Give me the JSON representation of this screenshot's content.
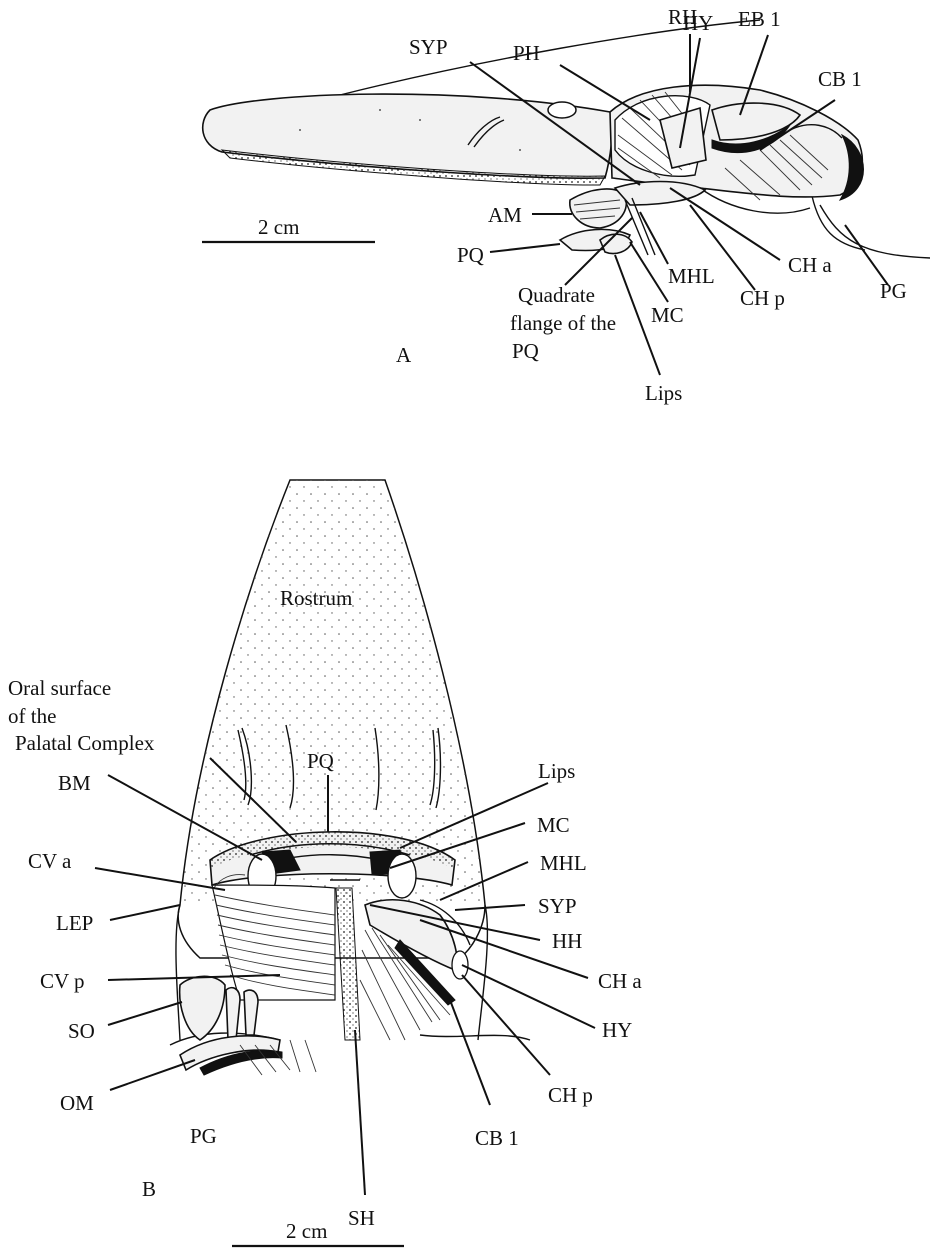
{
  "panels": {
    "a": {
      "letter": "A",
      "scale": "2 cm",
      "labels": {
        "hy": "HY",
        "rh": "RH",
        "eb1": "EB 1",
        "syp": "SYP",
        "ph": "PH",
        "cb1": "CB 1",
        "am": "AM",
        "pq": "PQ",
        "cha": "CH a",
        "mhl": "MHL",
        "chp": "CH p",
        "pg": "PG",
        "quadrate_1": "Quadrate",
        "quadrate_2": "flange of the",
        "quadrate_3": "PQ",
        "mc": "MC",
        "lips": "Lips"
      }
    },
    "b": {
      "letter": "B",
      "scale": "2 cm",
      "labels": {
        "rostrum": "Rostrum",
        "oral_1": "Oral surface",
        "oral_2": "of the",
        "oral_3": "Palatal Complex",
        "bm": "BM",
        "pq": "PQ",
        "lips": "Lips",
        "mc": "MC",
        "mhl": "MHL",
        "syp": "SYP",
        "hh": "HH",
        "cva": "CV a",
        "lep": "LEP",
        "cvp": "CV p",
        "cha": "CH a",
        "hy": "HY",
        "so": "SO",
        "chp": "CH p",
        "om": "OM",
        "pg": "PG",
        "cb1": "CB 1",
        "sh": "SH"
      }
    }
  }
}
